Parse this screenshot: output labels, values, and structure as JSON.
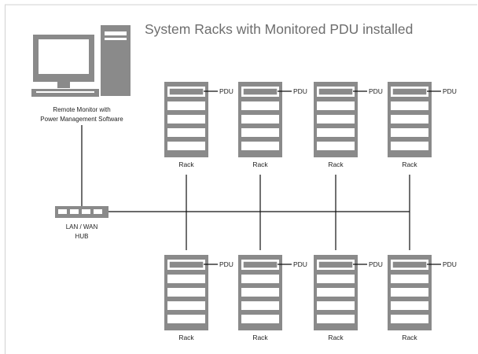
{
  "title": "System Racks with Monitored PDU installed",
  "computer": {
    "caption_line1": "Remote Monitor with",
    "caption_line2": "Power Management Software"
  },
  "hub": {
    "label_line1": "LAN / WAN",
    "label_line2": "HUB"
  },
  "racks": {
    "top": [
      {
        "label": "Rack",
        "pdu_label": "PDU"
      },
      {
        "label": "Rack",
        "pdu_label": "PDU"
      },
      {
        "label": "Rack",
        "pdu_label": "PDU"
      },
      {
        "label": "Rack",
        "pdu_label": "PDU"
      }
    ],
    "bottom": [
      {
        "label": "Rack",
        "pdu_label": "PDU"
      },
      {
        "label": "Rack",
        "pdu_label": "PDU"
      },
      {
        "label": "Rack",
        "pdu_label": "PDU"
      },
      {
        "label": "Rack",
        "pdu_label": "PDU"
      }
    ]
  },
  "colors": {
    "equipment": "#8a8a8a",
    "cable": "#111111",
    "title": "#6e6e6e"
  }
}
